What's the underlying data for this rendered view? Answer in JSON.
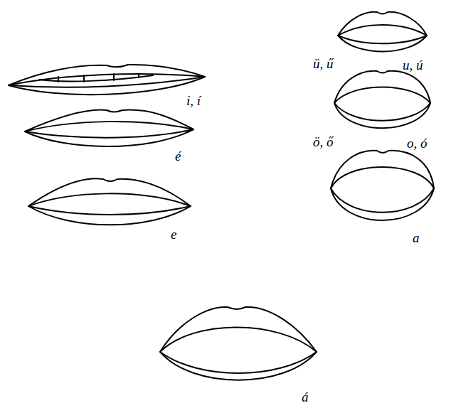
{
  "diagram": {
    "labels": [
      "i, í",
      "é",
      "e",
      "ü, ű",
      "u, ú",
      "ö, ő",
      "o, ó",
      "a",
      "á"
    ]
  }
}
